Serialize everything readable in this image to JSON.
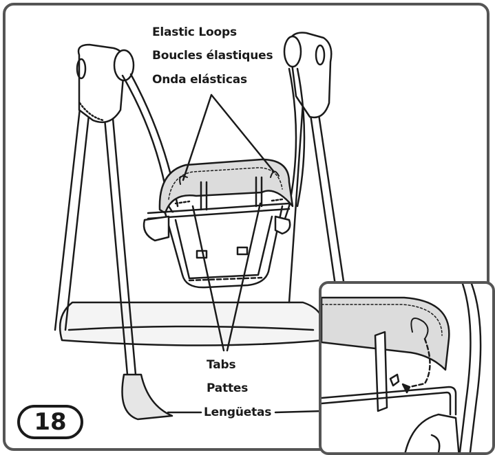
{
  "step_number": "18",
  "callouts": {
    "elastic_loops": [
      "Elastic Loops",
      "Boucles élastiques",
      "Onda elásticas"
    ],
    "tabs": [
      "Tabs",
      "Pattes",
      "Lengüetas"
    ]
  },
  "colors": {
    "line": "#1a1a1a",
    "frame": "#555555",
    "padding_fill": "#dcdcdc"
  }
}
